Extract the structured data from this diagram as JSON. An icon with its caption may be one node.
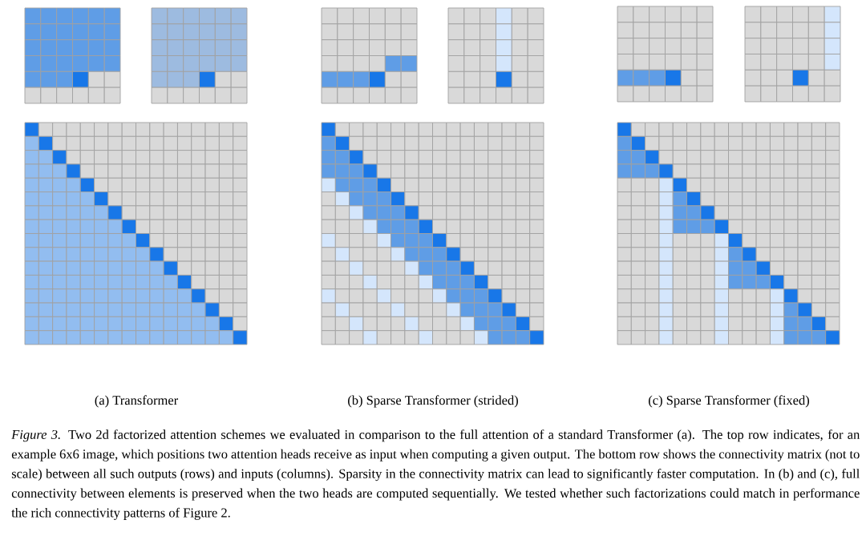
{
  "diagram": {
    "caption": "*Figure 3.* Two 2d factorized attention schemes we evaluated in comparison to the full attention of a standard Transformer (a). The top row indicates, for an example 6x6 image, which positions two attention heads receive as input when computing a given output. The bottom row shows the connectivity matrix (not to scale) between all such outputs (rows) and inputs (columns). Sparsity in the connectivity matrix can lead to significantly faster computation. In (b) and (c), full connectivity between elements is preserved when the two heads are computed sequentially. We tested whether such factorizations could match in performance the rich connectivity patterns of Figure 2.",
    "labels": [
      "(a) Transformer",
      "(b) Sparse Transformer (strided)",
      "(c) Sparse Transformer (fixed)"
    ]
  }
}
